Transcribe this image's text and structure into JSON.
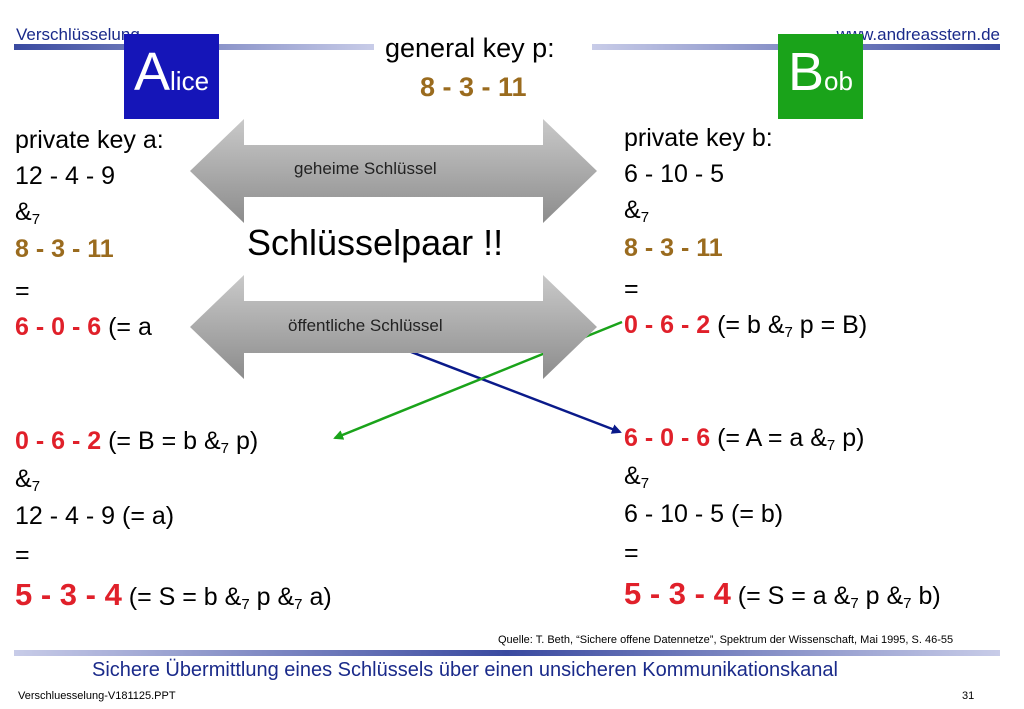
{
  "header": {
    "left": "Verschlüsselung",
    "right": "www.andreasstern.de"
  },
  "general_key": {
    "label": "general key p:",
    "value": "8 - 3 - 11"
  },
  "alice": {
    "initial": "A",
    "rest": "lice",
    "color": "#1515b8",
    "private_label": "private key a:",
    "private_value": "12 - 4 - 9",
    "op": "&",
    "op_sub": "7",
    "p_value": "8 - 3 - 11",
    "equals": "=",
    "result_value": "6 - 0 - 6",
    "result_note": " (= a",
    "recv_value": "0 - 6 - 2",
    "recv_note_pre": " (= B = b &",
    "recv_note_sub": "7",
    "recv_note_post": " p)",
    "op2": "&",
    "op2_sub": "7",
    "priv2": "12 - 4 - 9 (= a)",
    "equals2": "=",
    "final_value": "5 - 3 - 4",
    "final_pre": " (= S = b &",
    "final_sub1": "7",
    "final_mid": " p &",
    "final_sub2": "7",
    "final_post": " a)"
  },
  "bob": {
    "initial": "B",
    "rest": "ob",
    "color": "#1aa31a",
    "private_label": "private key b:",
    "private_value": "6 - 10 - 5",
    "op": "&",
    "op_sub": "7",
    "p_value": "8 - 3 - 11",
    "equals": "=",
    "result_value": "0 - 6 - 2",
    "result_pre": " (= b &",
    "result_sub": "7",
    "result_post": " p = B)",
    "recv_value": "6 - 0 - 6",
    "recv_note_pre": " (= A = a &",
    "recv_note_sub": "7",
    "recv_note_post": " p)",
    "op2": "&",
    "op2_sub": "7",
    "priv2": "6 - 10 - 5 (= b)",
    "equals2": "=",
    "final_value": "5 - 3 - 4",
    "final_pre": " (= S = a &",
    "final_sub1": "7",
    "final_mid": " p &",
    "final_sub2": "7",
    "final_post": " b)"
  },
  "arrows": {
    "top_label": "geheime Schlüssel",
    "bottom_label": "öffentliche Schlüssel",
    "center_text": "Schlüsselpaar !!"
  },
  "source": {
    "label": "Quelle:",
    "text": " T. Beth, “Sichere offene Datennetze”, Spektrum der Wissenschaft, Mai 1995, S. 46-55"
  },
  "footer": {
    "title": "Sichere Übermittlung eines Schlüssels über einen unsicheren Kommunikationskanal",
    "file": "Verschluesselung-V181125.PPT",
    "page": "31"
  },
  "colors": {
    "header_blue": "#1a2a8a",
    "gold": "#9a6b1e",
    "red": "#e0202a",
    "arrow_gray": "#a8a8a8",
    "line_navy": "#0a1a8a",
    "line_green": "#1aa31a"
  }
}
